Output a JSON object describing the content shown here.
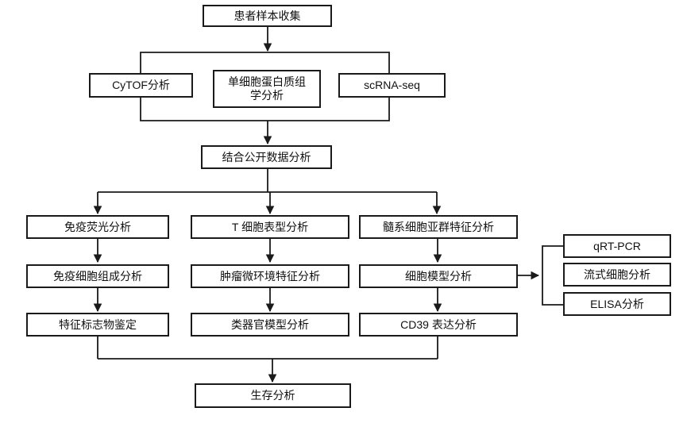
{
  "diagram": {
    "background_color": "#ffffff",
    "line_color": "#1a1a1a",
    "box_fill": "#ffffff",
    "box_border_color": "#1a1a1a",
    "text_color": "#111111",
    "nodes": {
      "patient_sample": {
        "label": "患者样本收集"
      },
      "cytof": {
        "label": "CyTOF分析"
      },
      "single_cell_proteomics": {
        "label": "单细胞蛋白质组\n学分析"
      },
      "scrna_seq": {
        "label": "scRNA-seq"
      },
      "public_data_integration": {
        "label": "结合公开数据分析"
      },
      "immunofluorescence": {
        "label": "免疫荧光分析"
      },
      "t_cell_phenotype": {
        "label": "T 细胞表型分析"
      },
      "myeloid_subsets": {
        "label": "髓系细胞亚群特征分析"
      },
      "immune_cell_composition": {
        "label": "免疫细胞组成分析"
      },
      "tumor_microenvironment": {
        "label": "肿瘤微环境特征分析"
      },
      "cell_model": {
        "label": "细胞模型分析"
      },
      "marker_identification": {
        "label": "特征标志物鉴定"
      },
      "organoid_model": {
        "label": "类器官模型分析"
      },
      "cd39_expression": {
        "label": "CD39 表达分析"
      },
      "qrt_pcr": {
        "label": "qRT-PCR"
      },
      "flow_cytometry": {
        "label": "流式细胞分析"
      },
      "elisa": {
        "label": "ELISA分析"
      },
      "survival": {
        "label": "生存分析"
      }
    }
  }
}
